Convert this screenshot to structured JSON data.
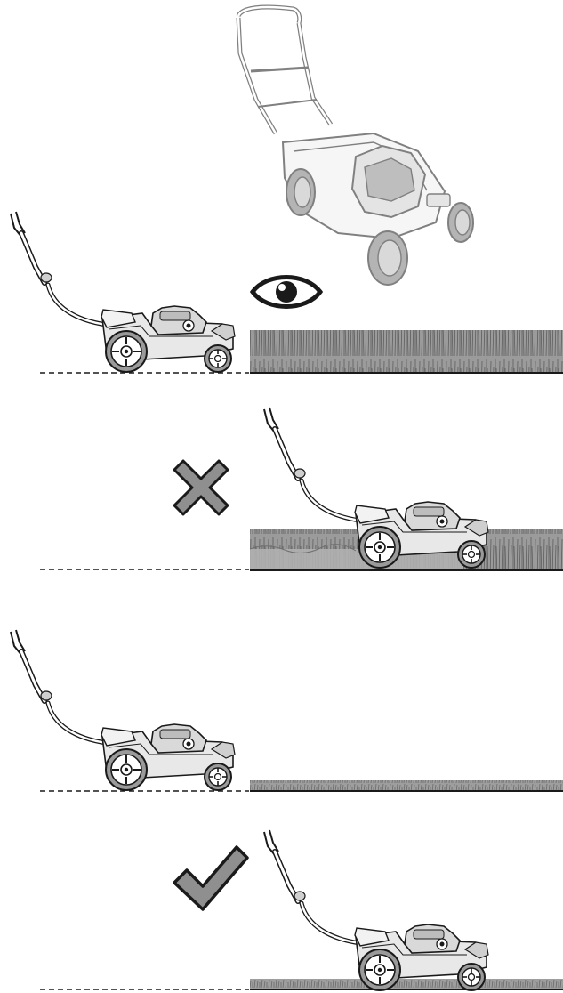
{
  "diagram": {
    "panels": [
      {
        "id": "inspect-tall-grass",
        "grass": "tall",
        "indicator": "eye-icon"
      },
      {
        "id": "wrong-cut-too-low",
        "grass": "tall-partly-cut",
        "indicator": "x-cross-icon"
      },
      {
        "id": "short-grass",
        "grass": "short",
        "indicator": ""
      },
      {
        "id": "correct-cut",
        "grass": "short-partly-cut",
        "indicator": "check-mark-icon"
      }
    ],
    "colors": {
      "line": "#1a1a1a",
      "grass": "#8c8c8c",
      "grass_dark": "#6f6f6f",
      "mower_light": "#9a9a9a",
      "icon_fill": "#8f8f8f"
    }
  }
}
